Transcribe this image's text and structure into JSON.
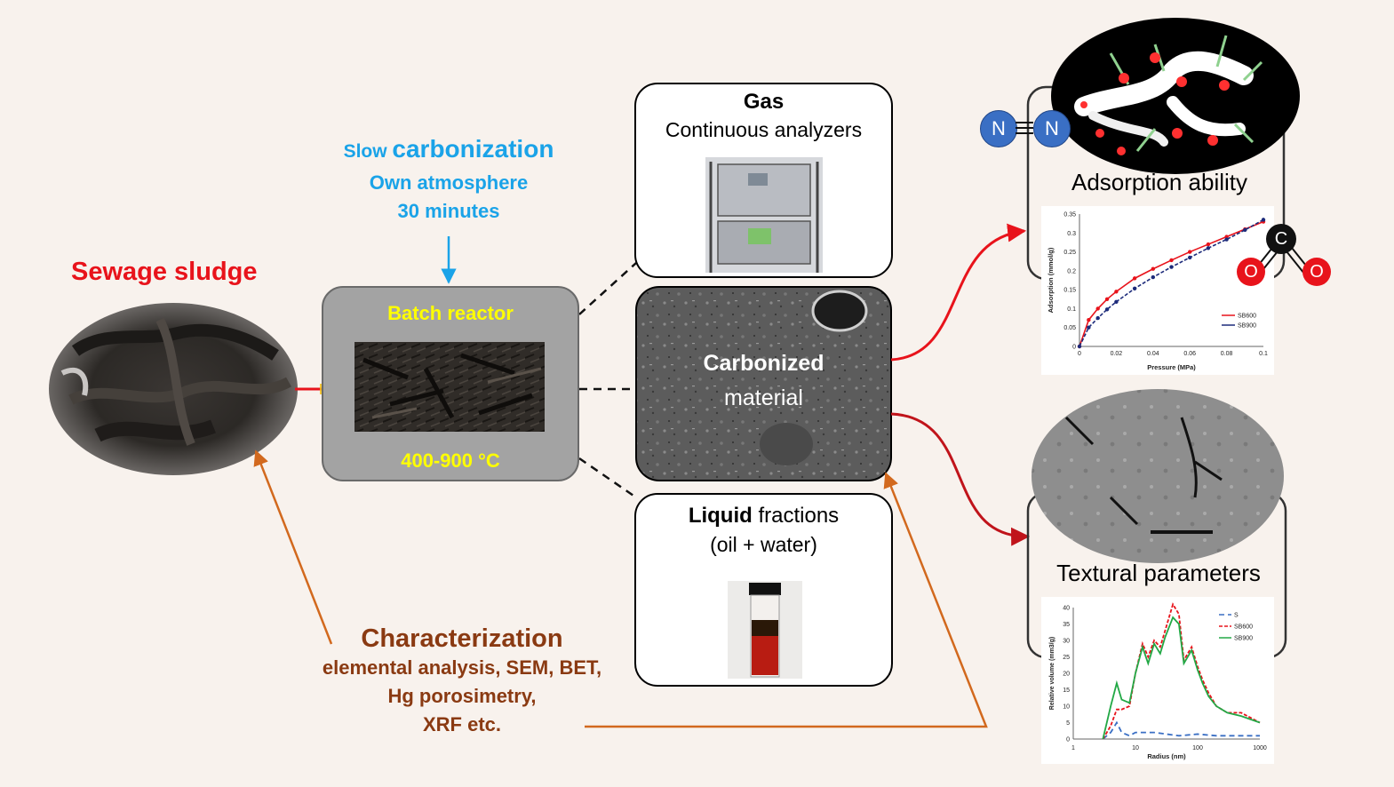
{
  "sludge": {
    "title": "Sewage sludge"
  },
  "process": {
    "line1_prefix": "Slow ",
    "line1_main": "carbonization",
    "line2": "Own atmosphere",
    "line3": "30 minutes"
  },
  "reactor": {
    "title": "Batch reactor",
    "temperature": "400-900 °C"
  },
  "gas": {
    "title": "Gas",
    "subtitle": "Continuous analyzers"
  },
  "carbonized": {
    "line1": "Carbonized",
    "line2": "material"
  },
  "liquid": {
    "title_bold": "Liquid",
    "title_rest": " fractions",
    "subtitle": "(oil + water)"
  },
  "characterization": {
    "title": "Characterization",
    "line1": "elemental analysis, SEM, BET,",
    "line2": "Hg porosimetry,",
    "line3": "XRF etc."
  },
  "adsorption": {
    "title": "Adsorption ability",
    "molecule_n": "N",
    "molecule_c": "C",
    "molecule_o": "O",
    "chart": {
      "xlabel": "Pressure (MPa)",
      "ylabel": "Adsorption (mmol/g)",
      "x_ticks": [
        "0",
        "0.02",
        "0.04",
        "0.06",
        "0.08",
        "0.1"
      ],
      "y_ticks": [
        "0",
        "0.05",
        "0.1",
        "0.15",
        "0.2",
        "0.25",
        "0.3",
        "0.35"
      ],
      "legend": [
        "SB600",
        "SB900"
      ]
    }
  },
  "textural": {
    "title": "Textural parameters",
    "chart": {
      "xlabel": "Radius (nm)",
      "ylabel": "Relative volume (mm3/g)",
      "x_ticks": [
        "1",
        "10",
        "100",
        "1000"
      ],
      "y_ticks": [
        "0",
        "5",
        "10",
        "15",
        "20",
        "25",
        "30",
        "35",
        "40"
      ],
      "legend": [
        "S",
        "SB600",
        "SB900"
      ]
    }
  },
  "colors": {
    "red": "#e8131b",
    "cyan": "#1aa3e8",
    "yellow": "#ffff00",
    "brown": "#8a3a12",
    "orange_arrow": "#d2691e",
    "n_blue": "#3a6fc4"
  },
  "chart_data": [
    {
      "type": "line",
      "xlabel": "Pressure (MPa)",
      "ylabel": "Adsorption (mmol/g)",
      "xlim": [
        0,
        0.1
      ],
      "ylim": [
        0,
        0.35
      ],
      "legend_position": "right",
      "series": [
        {
          "name": "SB600",
          "color": "#e8131b",
          "x": [
            0,
            0.005,
            0.01,
            0.015,
            0.02,
            0.03,
            0.04,
            0.05,
            0.06,
            0.07,
            0.08,
            0.09,
            0.1
          ],
          "y": [
            0,
            0.07,
            0.1,
            0.125,
            0.145,
            0.18,
            0.205,
            0.228,
            0.25,
            0.27,
            0.29,
            0.31,
            0.33
          ]
        },
        {
          "name": "SB900",
          "color": "#1c2a7a",
          "x": [
            0,
            0.005,
            0.01,
            0.015,
            0.02,
            0.03,
            0.04,
            0.05,
            0.06,
            0.07,
            0.08,
            0.09,
            0.1
          ],
          "y": [
            0,
            0.05,
            0.075,
            0.098,
            0.118,
            0.153,
            0.183,
            0.21,
            0.235,
            0.26,
            0.283,
            0.308,
            0.335
          ]
        }
      ]
    },
    {
      "type": "line",
      "xlabel": "Radius (nm)",
      "ylabel": "Relative volume (mm3/g)",
      "x_scale": "log",
      "xlim": [
        1,
        1000
      ],
      "ylim": [
        0,
        40
      ],
      "legend_position": "top-right",
      "series": [
        {
          "name": "S",
          "color": "#3a6fc4",
          "x": [
            3,
            4,
            5,
            6,
            8,
            10,
            20,
            50,
            100,
            200,
            500,
            1000
          ],
          "y": [
            0,
            2,
            5,
            2,
            1,
            2,
            2,
            1,
            1.5,
            1,
            1,
            1
          ]
        },
        {
          "name": "SB600",
          "color": "#e8131b",
          "x": [
            3,
            4,
            5,
            6,
            8,
            10,
            13,
            16,
            20,
            25,
            30,
            40,
            50,
            60,
            80,
            100,
            120,
            150,
            200,
            300,
            500,
            1000
          ],
          "y": [
            0,
            4,
            9,
            9,
            10,
            20,
            29,
            25,
            30,
            28,
            33,
            41,
            38,
            24,
            28,
            22,
            18,
            14,
            10,
            8,
            8,
            5
          ]
        },
        {
          "name": "SB900",
          "color": "#22a845",
          "x": [
            3,
            4,
            5,
            6,
            8,
            10,
            13,
            16,
            20,
            25,
            30,
            40,
            50,
            60,
            80,
            100,
            120,
            150,
            200,
            300,
            500,
            1000
          ],
          "y": [
            0,
            10,
            17,
            12,
            11,
            20,
            28,
            23,
            29,
            26,
            31,
            37,
            35,
            23,
            27,
            21,
            17,
            13,
            10,
            8,
            7,
            5
          ]
        }
      ]
    }
  ]
}
